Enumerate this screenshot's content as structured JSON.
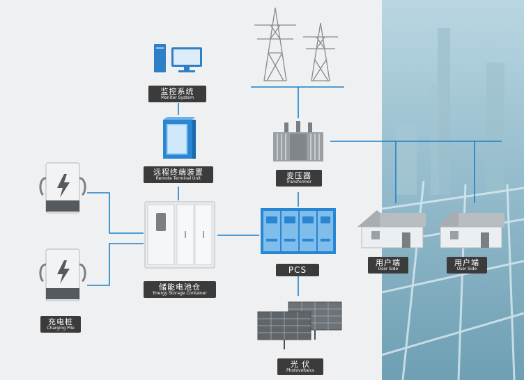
{
  "nodes": {
    "monitor": {
      "cn": "监控系统",
      "en": "Monitor System"
    },
    "rtu": {
      "cn": "远程终端装置",
      "en": "Remote Terminal Unit"
    },
    "transformer": {
      "cn": "变压器",
      "en": "Transformer"
    },
    "pcs": {
      "label": "PCS"
    },
    "storage": {
      "cn": "储能电池仓",
      "en": "Energy Storage Container"
    },
    "charging": {
      "cn": "充电桩",
      "en": "Charging Pile"
    },
    "photovoltaics": {
      "cn": "光 伏",
      "en": "Photovoltaics"
    },
    "user1": {
      "cn": "用户端",
      "en": "User Side"
    },
    "user2": {
      "cn": "用户端",
      "en": "User Side"
    }
  },
  "colors": {
    "line": "#1f7fc4",
    "label_bg": "#3b3b3b",
    "accent_blue": "#1e88d2"
  }
}
